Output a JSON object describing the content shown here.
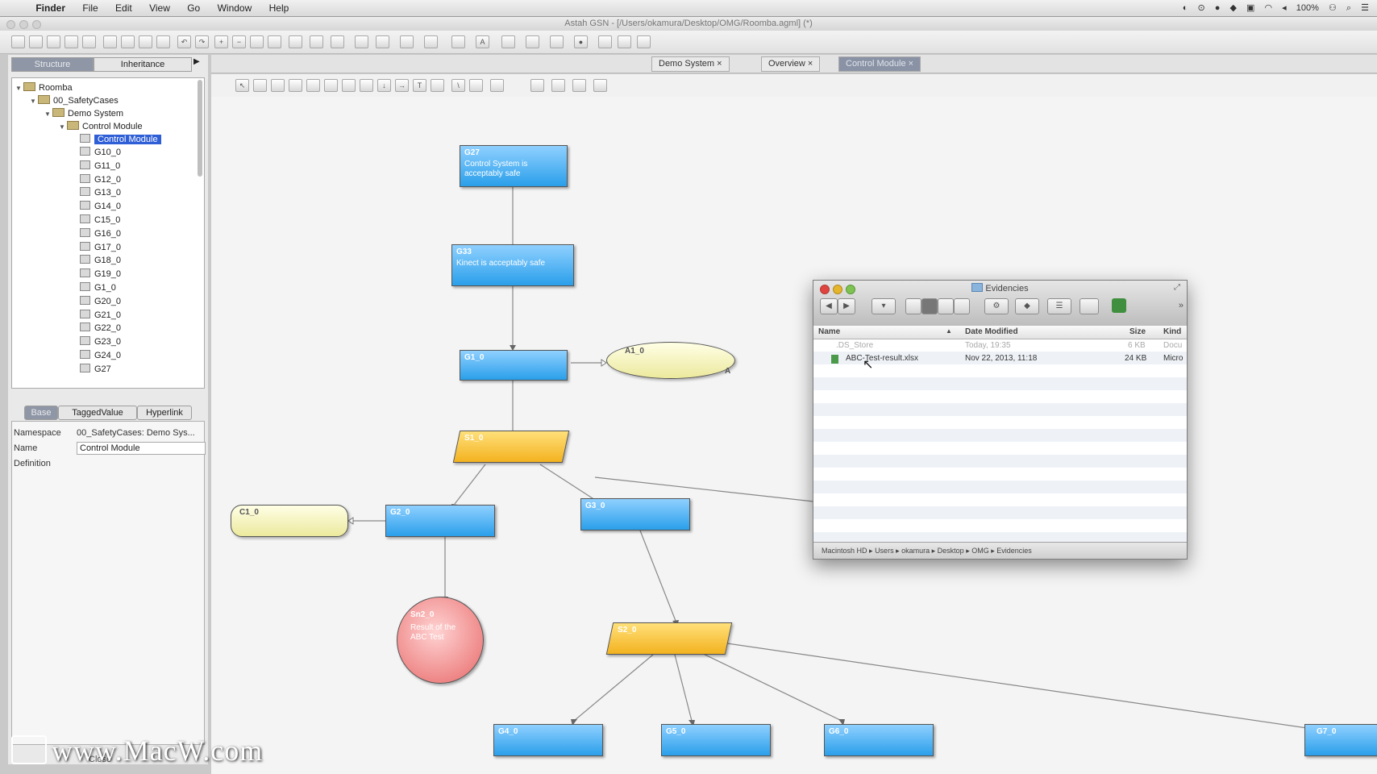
{
  "menubar": {
    "app": "Finder",
    "items": [
      "File",
      "Edit",
      "View",
      "Go",
      "Window",
      "Help"
    ],
    "battery": "100%"
  },
  "window": {
    "title": "Astah GSN - [/Users/okamura/Desktop/OMG/Roomba.agml] (*)"
  },
  "left_panel": {
    "tabs": [
      "Structure",
      "Inheritance"
    ],
    "tree": {
      "root": "Roomba",
      "folder1": "00_SafetyCases",
      "folder2": "Demo System",
      "folder3": "Control Module",
      "selected": "Control Module",
      "goals": [
        "G10_0",
        "G11_0",
        "G12_0",
        "G13_0",
        "G14_0",
        "C15_0",
        "G16_0",
        "G17_0",
        "G18_0",
        "G19_0",
        "G1_0",
        "G20_0",
        "G21_0",
        "G22_0",
        "G23_0",
        "G24_0",
        "G27"
      ]
    },
    "prop_tabs": [
      "Base",
      "TaggedValue",
      "Hyperlink"
    ],
    "props": {
      "namespace_label": "Namespace",
      "namespace_value": "00_SafetyCases: Demo Sys...",
      "name_label": "Name",
      "name_value": "Control Module",
      "definition_label": "Definition"
    },
    "close_label": "Close"
  },
  "doc_tabs": [
    {
      "label": "Demo System",
      "active": false
    },
    {
      "label": "Overview",
      "active": false
    },
    {
      "label": "Control Module",
      "active": true
    }
  ],
  "diagram": {
    "G27": {
      "id": "G27",
      "text": "Control System is acceptably safe"
    },
    "G33": {
      "id": "G33",
      "text": "Kinect is acceptably safe"
    },
    "G1_0": {
      "id": "G1_0"
    },
    "A1_0": {
      "id": "A1_0",
      "mark": "A"
    },
    "S1_0": {
      "id": "S1_0"
    },
    "C1_0": {
      "id": "C1_0"
    },
    "G2_0": {
      "id": "G2_0"
    },
    "G3_0": {
      "id": "G3_0"
    },
    "Sn2_0": {
      "id": "Sn2_0",
      "text": "Result of the ABC Test"
    },
    "S2_0": {
      "id": "S2_0"
    },
    "G4_0": {
      "id": "G4_0"
    },
    "G5_0": {
      "id": "G5_0"
    },
    "G6_0": {
      "id": "G6_0"
    },
    "G7_0": {
      "id": "G7_0"
    }
  },
  "finder": {
    "title": "Evidencies",
    "columns": [
      "Name",
      "Date Modified",
      "Size",
      "Kind"
    ],
    "files": [
      {
        "name": ".DS_Store",
        "date": "Today, 19:35",
        "size": "6 KB",
        "kind": "Docu"
      },
      {
        "name": "ABC-Test-result.xlsx",
        "date": "Nov 22, 2013, 11:18",
        "size": "24 KB",
        "kind": "Micro"
      }
    ],
    "path": [
      "Macintosh HD",
      "Users",
      "okamura",
      "Desktop",
      "OMG",
      "Evidencies"
    ]
  },
  "watermark": "www.MacW.com"
}
